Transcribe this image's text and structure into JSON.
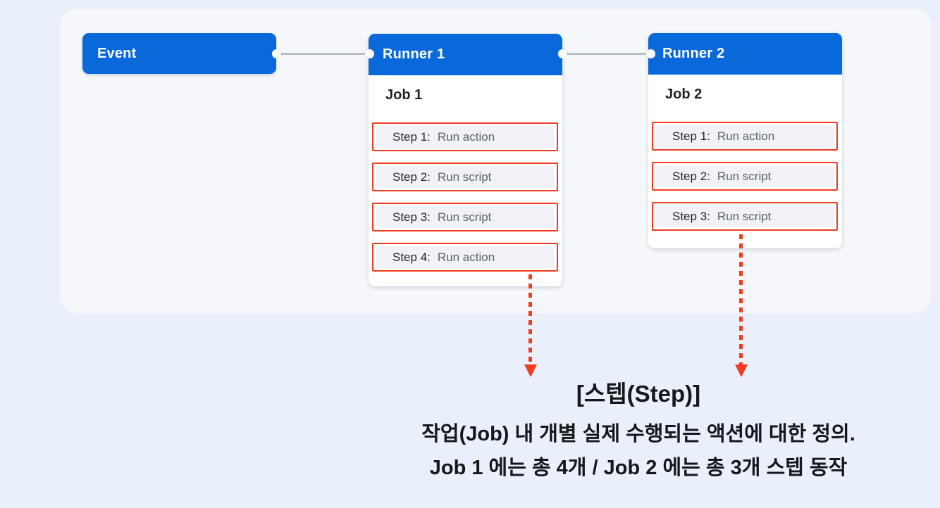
{
  "diagram": {
    "event_label": "Event",
    "runners": [
      {
        "title": "Runner 1",
        "job_title": "Job 1",
        "steps": [
          {
            "label": "Step 1:",
            "detail": "Run action"
          },
          {
            "label": "Step 2:",
            "detail": "Run script"
          },
          {
            "label": "Step 3:",
            "detail": "Run script"
          },
          {
            "label": "Step 4:",
            "detail": "Run action"
          }
        ]
      },
      {
        "title": "Runner 2",
        "job_title": "Job 2",
        "steps": [
          {
            "label": "Step 1:",
            "detail": "Run action"
          },
          {
            "label": "Step 2:",
            "detail": "Run script"
          },
          {
            "label": "Step 3:",
            "detail": "Run script"
          }
        ]
      }
    ]
  },
  "annotation": {
    "heading": "[스텝(Step)]",
    "line1": "작업(Job) 내 개별 실제 수행되는 액션에 대한 정의.",
    "line2": "Job 1 에는 총 4개 / Job 2 에는 총 3개 스텝 동작"
  },
  "colors": {
    "node_blue": "#0969da",
    "highlight_red": "#f23b20",
    "connector_gray": "#b9bfc6",
    "panel_bg": "#f5f7fa",
    "page_bg": "#eaf0fb",
    "step_pill_bg": "#f0f2f5"
  }
}
